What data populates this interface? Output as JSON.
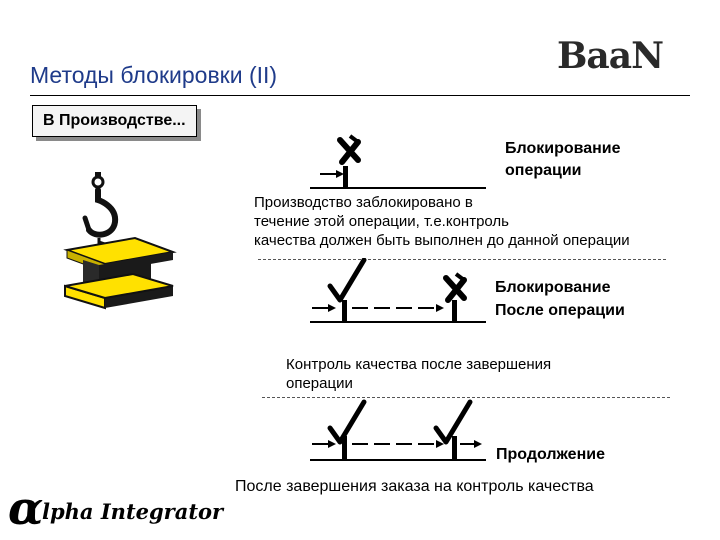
{
  "slide": {
    "title": "Методы блокировки (II)",
    "brand": "BaaN",
    "section_label": "В Производстве...",
    "footer_logo": "Alpha Integrator"
  },
  "blocks": [
    {
      "heading": [
        "Блокирование",
        "операции"
      ],
      "description": [
        "Производство заблокировано в",
        "течение этой операции, т.е.контроль",
        "качества должен быть выполнен до данной операции"
      ]
    },
    {
      "heading": [
        "Блокирование",
        "После операции"
      ],
      "description": [
        "Контроль качества после завершения",
        "операции"
      ]
    },
    {
      "heading": [
        "Продолжение"
      ],
      "description": [
        "После завершения заказа на контроль качества"
      ]
    }
  ],
  "colors": {
    "title": "#1f3b8a",
    "beam_yellow": "#ffe100",
    "beam_dark": "#1a1a1a"
  },
  "icons": [
    "hook-beam-icon",
    "cross-mark-icon",
    "check-mark-icon"
  ]
}
